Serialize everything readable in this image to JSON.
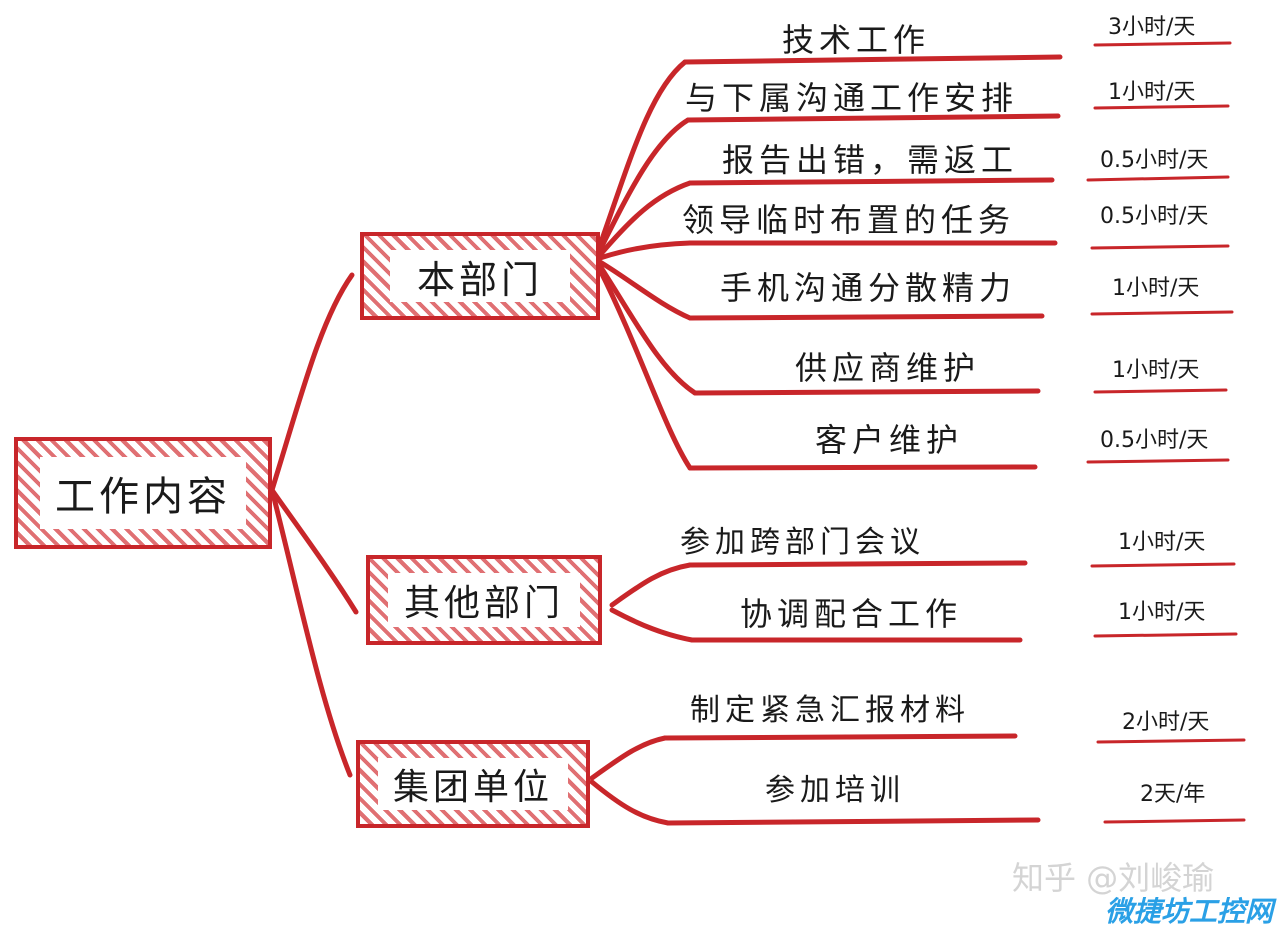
{
  "root": {
    "label": "工作内容"
  },
  "branches": [
    {
      "label": "本部门",
      "items": [
        {
          "task": "技术工作",
          "time": "3小时/天"
        },
        {
          "task": "与下属沟通工作安排",
          "time": "1小时/天"
        },
        {
          "task": "报告出错，需返工",
          "time": "0.5小时/天"
        },
        {
          "task": "领导临时布置的任务",
          "time": "0.5小时/天"
        },
        {
          "task": "手机沟通分散精力",
          "time": "1小时/天"
        },
        {
          "task": "供应商维护",
          "time": "1小时/天"
        },
        {
          "task": "客户维护",
          "time": "0.5小时/天"
        }
      ]
    },
    {
      "label": "其他部门",
      "items": [
        {
          "task": "参加跨部门会议",
          "time": "1小时/天"
        },
        {
          "task": "协调配合工作",
          "time": "1小时/天"
        }
      ]
    },
    {
      "label": "集团单位",
      "items": [
        {
          "task": "制定紧急汇报材料",
          "time": "2小时/天"
        },
        {
          "task": "参加培训",
          "time": "2天/年"
        }
      ]
    }
  ],
  "watermark": {
    "line1": "知乎 @刘峻瑜",
    "line2": "微捷坊工控网"
  },
  "colors": {
    "line": "#c8262a",
    "hatch": "#e07073",
    "text": "#1a1a1a"
  }
}
